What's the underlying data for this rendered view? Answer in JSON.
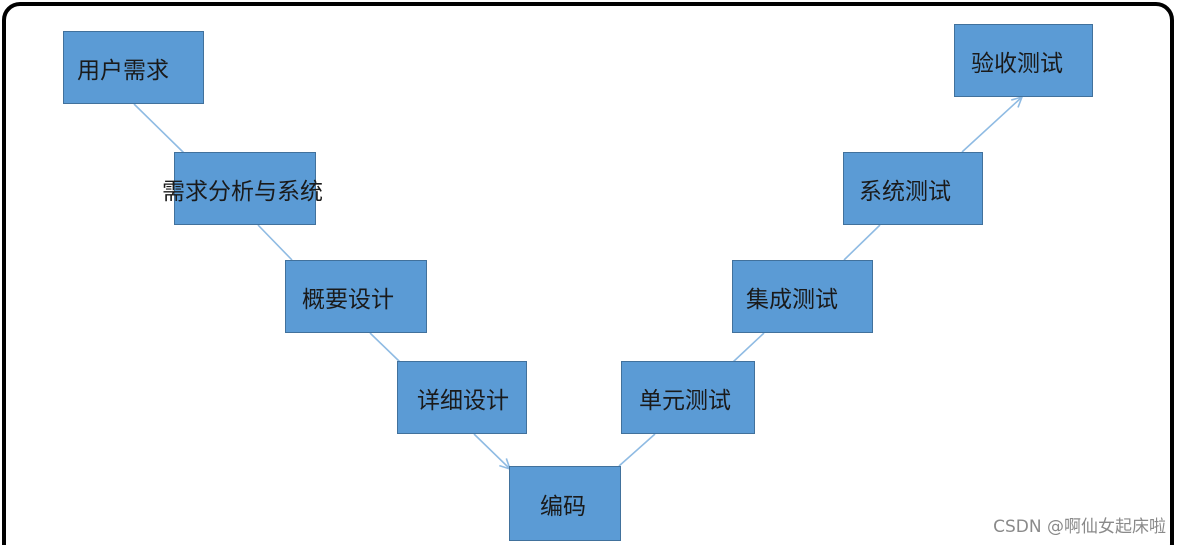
{
  "diagram": {
    "nodes": {
      "user_requirements": "用户需求",
      "requirements_analysis": "需求分析与系统",
      "outline_design": "概要设计",
      "detailed_design": "详细设计",
      "coding": "编码",
      "unit_test": "单元测试",
      "integration_test": "集成测试",
      "system_test": "系统测试",
      "acceptance_test": "验收测试"
    }
  },
  "watermark": "CSDN @啊仙女起床啦",
  "colors": {
    "node_fill": "#5b9bd5",
    "node_border": "#41719c",
    "connector": "#8fbbe3",
    "frame_border": "#000000"
  }
}
